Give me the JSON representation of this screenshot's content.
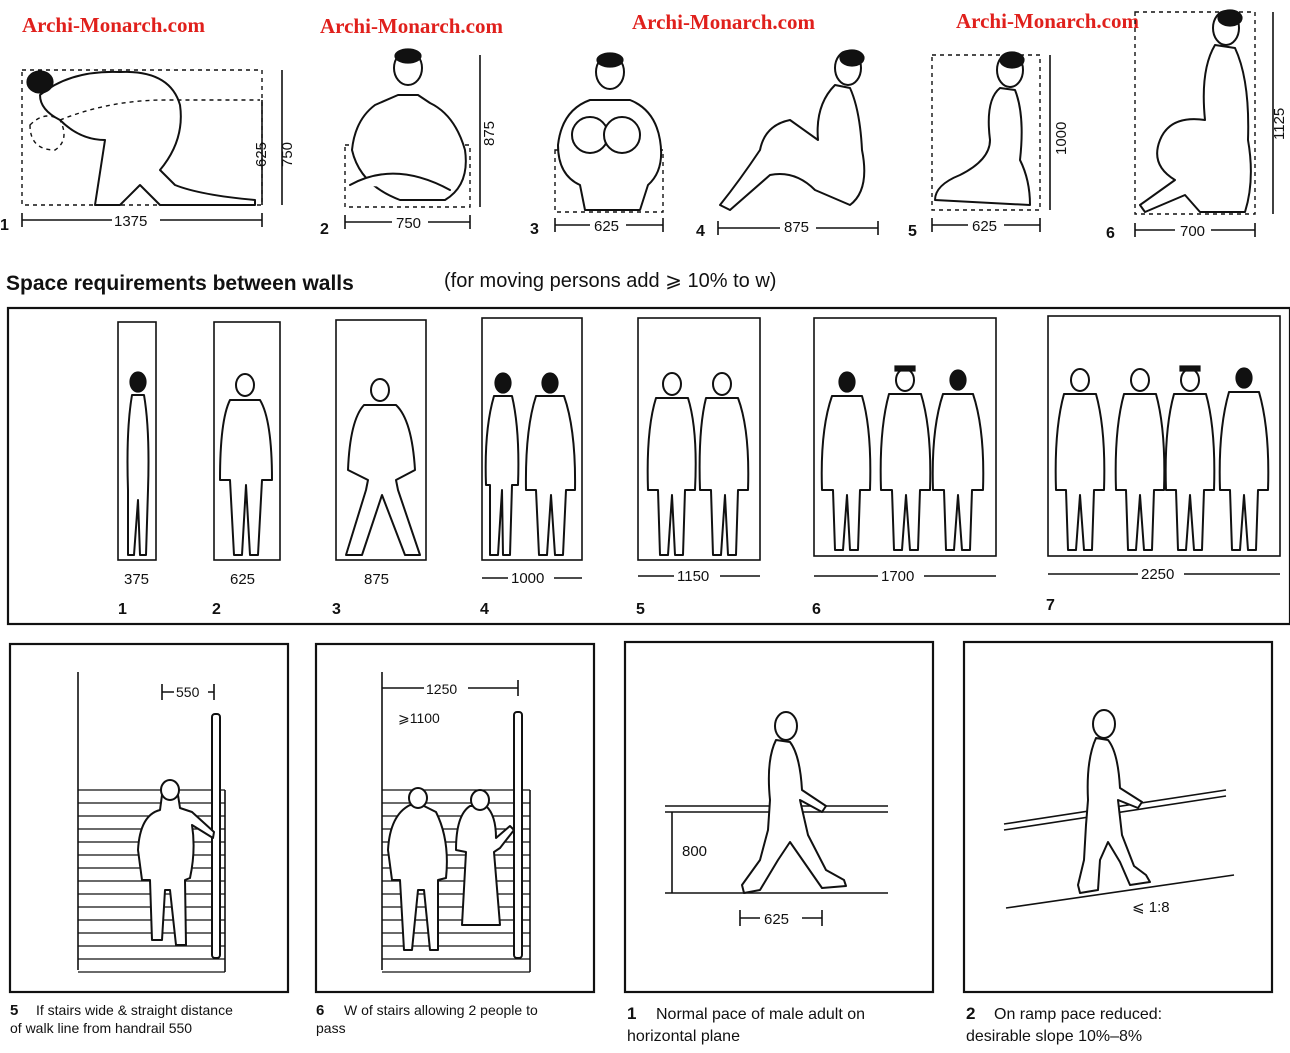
{
  "watermarks": [
    "Archi-Monarch.com",
    "Archi-Monarch.com",
    "Archi-Monarch.com",
    "Archi-Monarch.com"
  ],
  "postures": [
    {
      "number": "1",
      "width": "1375",
      "heights": [
        "625",
        "750"
      ]
    },
    {
      "number": "2",
      "width": "750",
      "heights": [
        "875"
      ]
    },
    {
      "number": "3",
      "width": "625",
      "heights": []
    },
    {
      "number": "4",
      "width": "875",
      "heights": []
    },
    {
      "number": "5",
      "width": "625",
      "heights": [
        "1000"
      ]
    },
    {
      "number": "6",
      "width": "700",
      "heights": [
        "1125"
      ]
    }
  ],
  "walls_section": {
    "title": "Space requirements between walls",
    "subtitle": "(for moving persons add ⩾ 10% to w)",
    "items": [
      {
        "number": "1",
        "width": "375"
      },
      {
        "number": "2",
        "width": "625"
      },
      {
        "number": "3",
        "width": "875"
      },
      {
        "number": "4",
        "width": "1000"
      },
      {
        "number": "5",
        "width": "1150"
      },
      {
        "number": "6",
        "width": "1700"
      },
      {
        "number": "7",
        "width": "2250"
      }
    ]
  },
  "bottom_panels": [
    {
      "dims": [
        "550"
      ],
      "number": "5",
      "caption_lines": [
        "If stairs wide & straight distance",
        "of walk line from handrail 550"
      ]
    },
    {
      "dims": [
        "1250",
        "⩾1100"
      ],
      "number": "6",
      "caption_lines": [
        "W of stairs allowing 2 people to",
        "pass"
      ]
    },
    {
      "dims": [
        "800",
        "625"
      ],
      "number": "1",
      "caption_lines": [
        "Normal pace of male adult on",
        "horizontal plane"
      ]
    },
    {
      "dims": [
        "⩽ 1:8"
      ],
      "number": "2",
      "caption_lines": [
        "On ramp pace reduced:",
        "desirable slope 10%–8%"
      ]
    }
  ]
}
